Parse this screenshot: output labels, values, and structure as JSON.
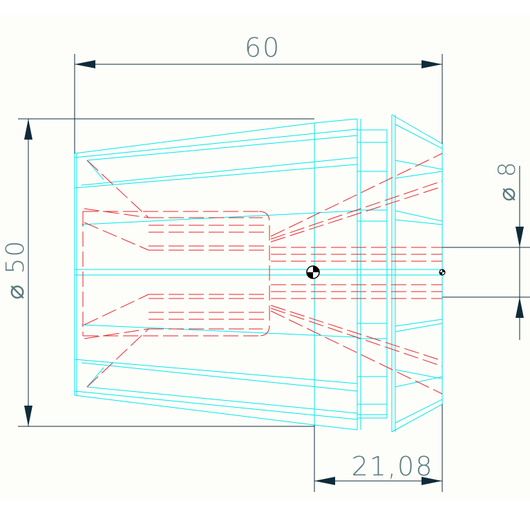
{
  "drawing": {
    "background": "#ffffff",
    "paper_tone": "#fdfef9",
    "colors": {
      "outline": "#00e5ef",
      "hidden_lines": "#e8202a",
      "dimensions": "#0f2b3a",
      "dimension_text": "#5a7a80",
      "center_mark": "#000000"
    },
    "dimensions": {
      "overall_length": "60",
      "outer_diameter": "⌀ 50",
      "bore_diameter": "⌀ 8",
      "slot_length": "21,08"
    }
  }
}
